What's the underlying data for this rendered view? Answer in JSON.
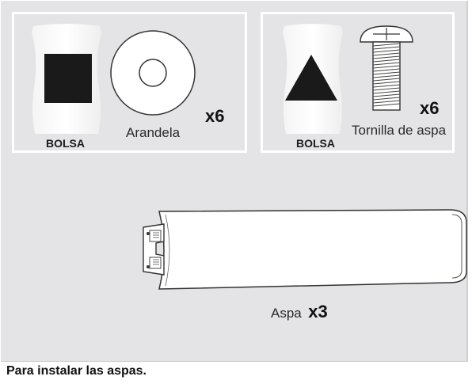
{
  "panels": {
    "left": {
      "bag_label": "BOLSA",
      "item_label": "Arandela",
      "quantity": "x6",
      "bag_symbol": "square"
    },
    "right": {
      "bag_label": "BOLSA",
      "item_label": "Tornilla de aspa",
      "quantity": "x6",
      "bag_symbol": "triangle"
    }
  },
  "blade": {
    "label": "Aspa",
    "quantity": "x3"
  },
  "caption": "Para instalar las aspas.",
  "colors": {
    "background": "#e4e4e6",
    "panel_border": "#ffffff",
    "symbol": "#1a1a1a"
  }
}
